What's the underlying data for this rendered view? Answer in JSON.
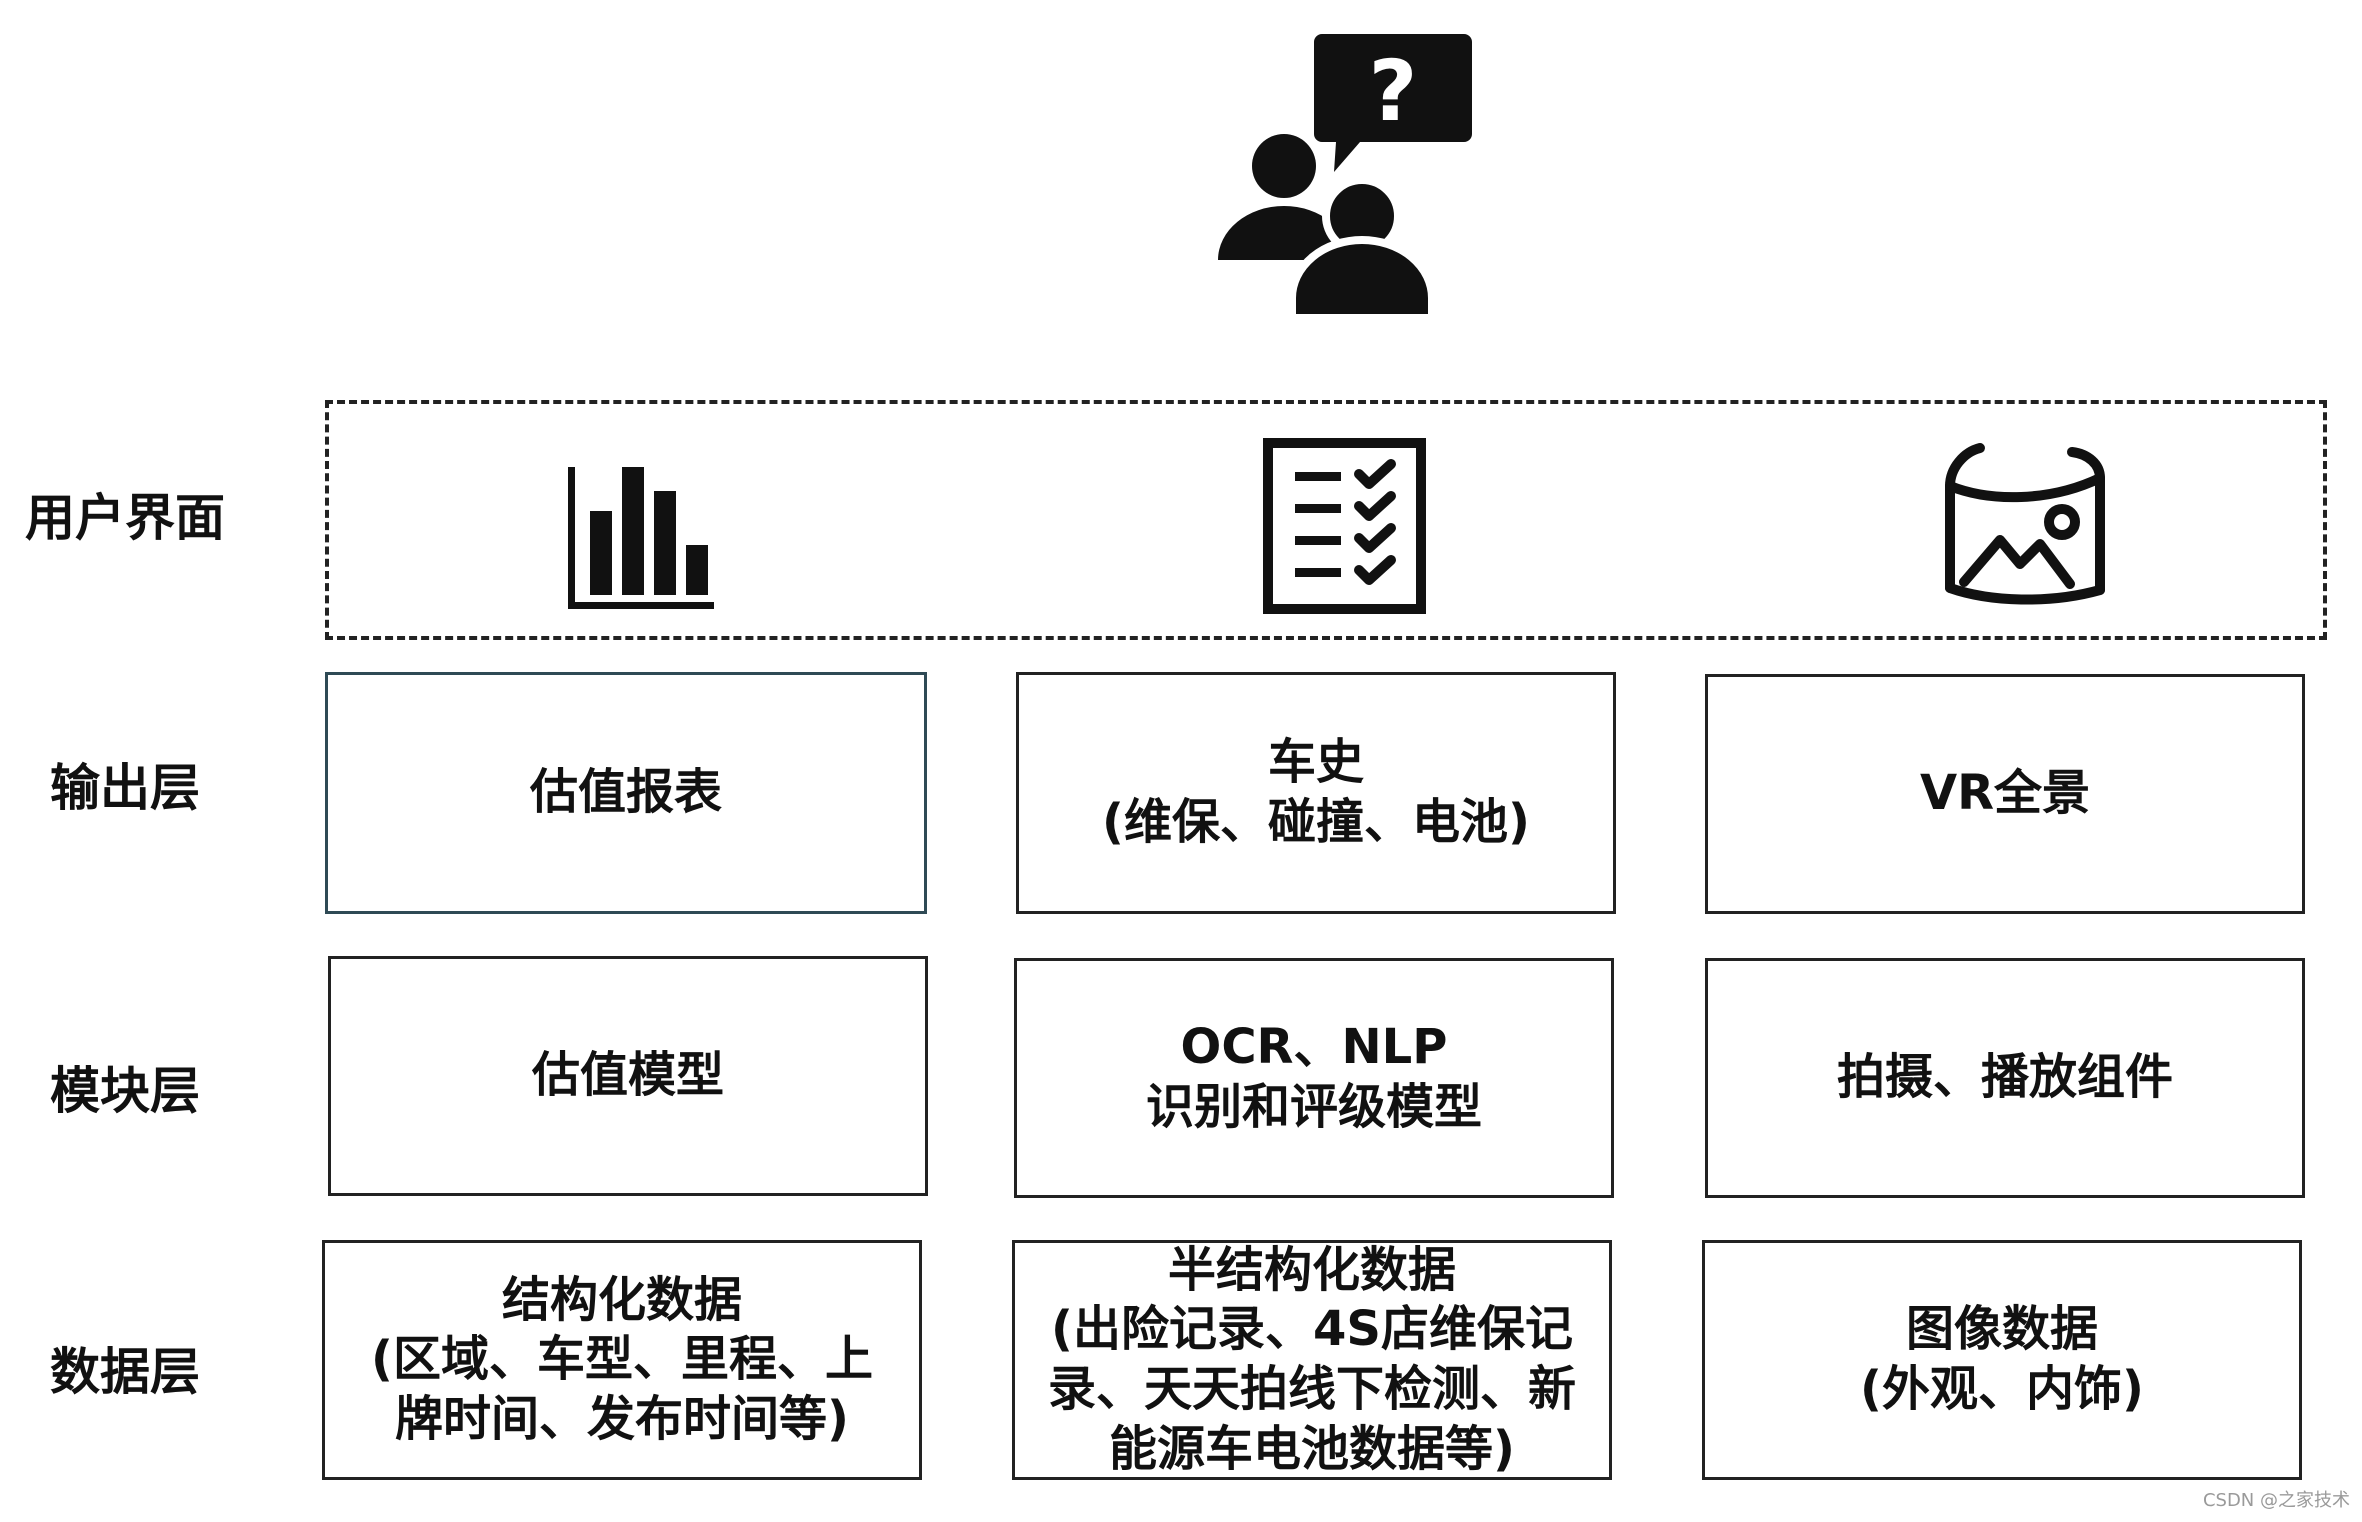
{
  "rows": {
    "ui": {
      "label": "用户界面"
    },
    "output": {
      "label": "输出层",
      "boxes": [
        "估值报表",
        "车史\n(维保、碰撞、电池)",
        "VR全景"
      ]
    },
    "module": {
      "label": "模块层",
      "boxes": [
        "估值模型",
        "OCR、NLP\n识别和评级模型",
        "拍摄、播放组件"
      ]
    },
    "data": {
      "label": "数据层",
      "boxes": [
        "结构化数据\n(区域、车型、里程、上\n牌时间、发布时间等)",
        "半结构化数据\n(出险记录、4S店维保记\n录、天天拍线下检测、新\n能源车电池数据等)",
        "图像数据\n(外观、内饰)"
      ]
    }
  },
  "icons": {
    "top": "users-question-icon",
    "ui": [
      "bar-chart-icon",
      "checklist-icon",
      "panorama-icon"
    ]
  },
  "colors": {
    "line": "#222222",
    "highlight_border": "#2f4a55",
    "watermark": "#9a9a9a"
  },
  "watermark": "CSDN @之家技术"
}
